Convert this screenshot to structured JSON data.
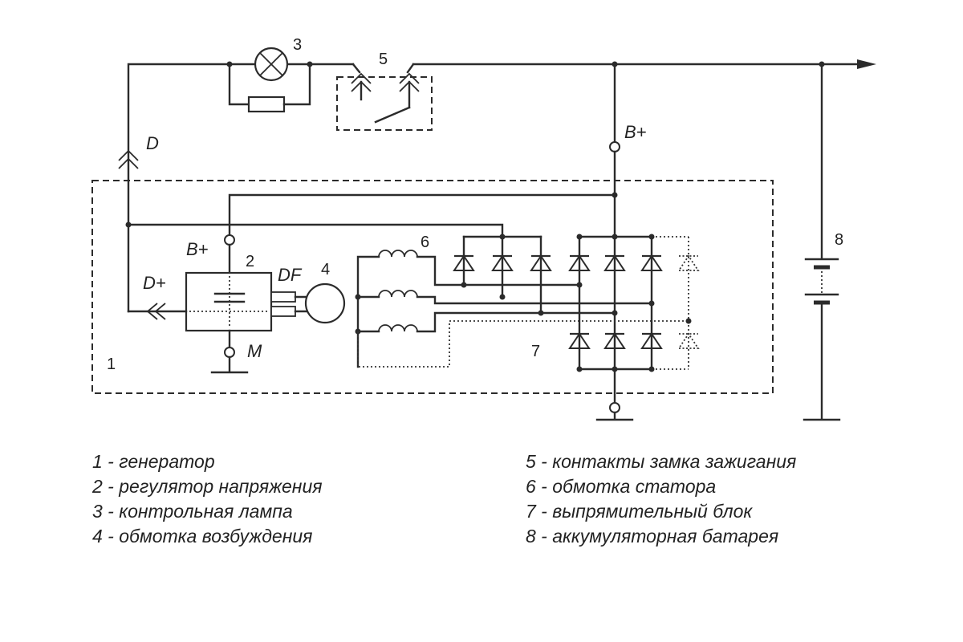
{
  "labels": {
    "d": "D",
    "b_plus_top": "B+",
    "b_plus_reg": "B+",
    "d_plus": "D+",
    "df": "DF",
    "m": "M",
    "n1": "1",
    "n2": "2",
    "n3": "3",
    "n4": "4",
    "n5": "5",
    "n6": "6",
    "n7": "7",
    "n8": "8"
  },
  "legend": {
    "left": [
      "1 - генератор",
      "2 - регулятор напряжения",
      "3 - контрольная лампа",
      "4 - обмотка возбуждения"
    ],
    "right": [
      "5 - контакты замка  зажигания",
      "6 - обмотка статора",
      "7 - выпрямительный блок",
      "8 - аккумуляторная батарея"
    ]
  }
}
